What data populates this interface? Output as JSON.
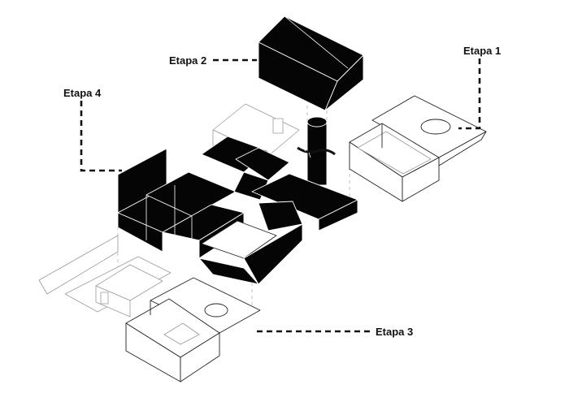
{
  "diagram": {
    "labels": {
      "stage_1": "Etapa 1",
      "stage_2": "Etapa 2",
      "stage_3": "Etapa 3",
      "stage_4": "Etapa 4"
    }
  }
}
